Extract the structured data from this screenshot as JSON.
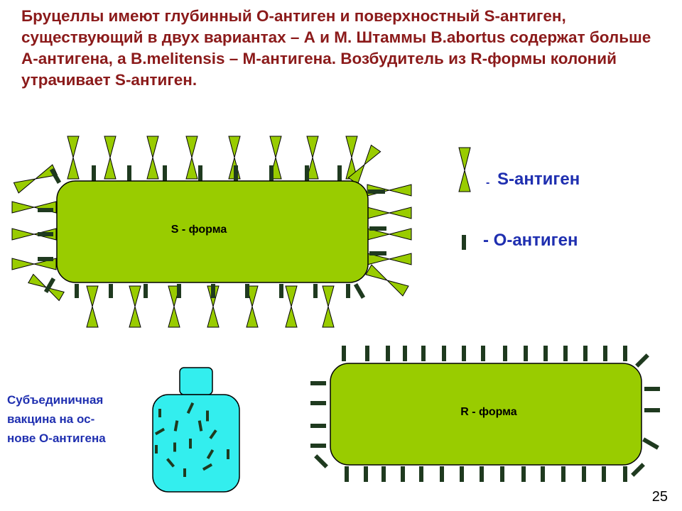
{
  "slide": {
    "heading": "Бруцеллы имеют глубинный О-антиген и поверхностный S-антиген, существующий в двух вариантах – А и М. Штаммы B.abortus содержат больше А-антигена, а B.melitensis – М-антигена. Возбудитель из R-формы колоний утрачивает S-антиген.",
    "page_number": "25"
  },
  "cells": {
    "s_form_label": "S - форма",
    "r_form_label": "R - форма"
  },
  "legend": {
    "s_antigen_dash": "-",
    "s_antigen": "S-антиген",
    "o_antigen": "- О-антиген"
  },
  "vaccine": {
    "lines": [
      "Субъединичная",
      "вакцина на ос-",
      "нове О-антигена"
    ]
  },
  "colors": {
    "cell_fill": "#99cc00",
    "antigen_fill": "#99cc00",
    "o_antigen_color": "#1f3a1f",
    "vial_fill": "#33eeee",
    "heading_color": "#8b1a1a",
    "legend_color": "#1f2fb0"
  }
}
